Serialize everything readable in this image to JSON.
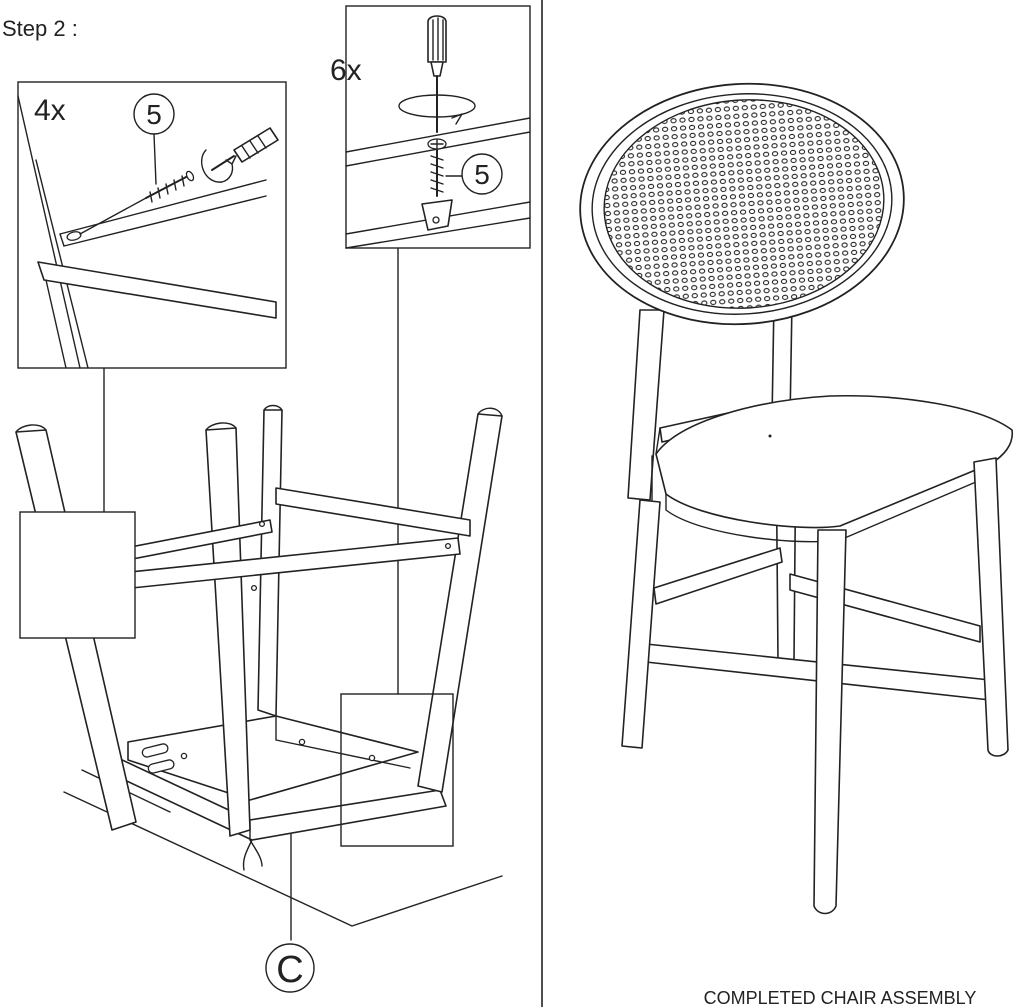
{
  "step": {
    "title": "Step 2 :"
  },
  "callout_screw_side": {
    "quantity": "4x",
    "part_number": "5"
  },
  "callout_screw_top": {
    "quantity": "6x",
    "part_number": "5"
  },
  "part_c": {
    "label": "C"
  },
  "completed": {
    "caption": "COMPLETED CHAIR ASSEMBLY"
  }
}
